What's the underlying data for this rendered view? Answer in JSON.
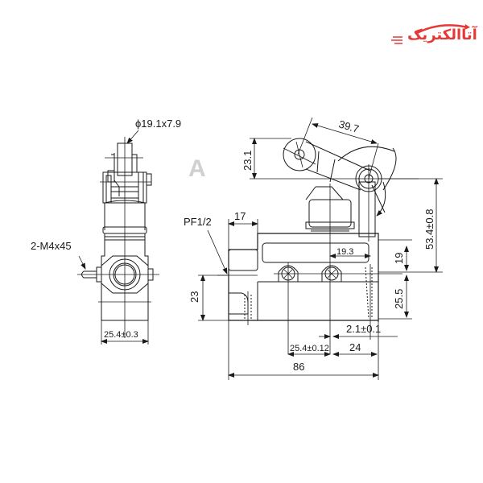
{
  "brand": {
    "logo_text": "آتاالکتریک",
    "color": "#e53935",
    "watermark": "A"
  },
  "drawing": {
    "side_view": {
      "roller_label": "ϕ19.1x7.9",
      "screw_label": "2-M4x45",
      "width_dim": "25.4±0.3"
    },
    "front_view": {
      "conduit_label": "PF1/2",
      "dim_17": "17",
      "dim_23": "23",
      "dim_23_1": "23.1",
      "dim_39_7": "39.7",
      "dim_53_4": "53.4±0.8",
      "dim_19_3": "19.3",
      "dim_19": "19",
      "dim_25_5": "25.5",
      "dim_2_1": "2.1±0.1",
      "dim_25_4": "25.4±0.12",
      "dim_24": "24",
      "dim_86": "86"
    }
  }
}
